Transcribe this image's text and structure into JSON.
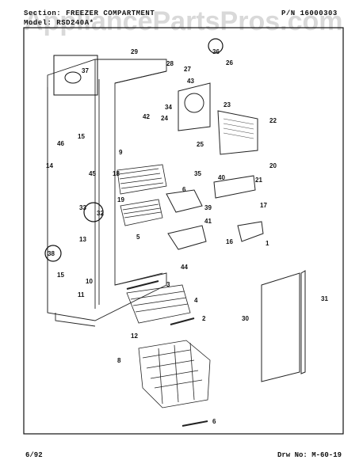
{
  "header": {
    "section": "Section: FREEZER COMPARTMENT",
    "part_number": "P/N 16000303",
    "model": "Model: RSD240A*"
  },
  "watermark": "AppliancePartsPros.com",
  "footer": {
    "date": "6/92",
    "drawing": "Drw No: M-60-19"
  },
  "callouts": [
    "1",
    "2",
    "3",
    "4",
    "5",
    "6",
    "6",
    "8",
    "9",
    "10",
    "11",
    "12",
    "13",
    "14",
    "15",
    "15",
    "16",
    "17",
    "18",
    "19",
    "20",
    "21",
    "22",
    "23",
    "24",
    "25",
    "26",
    "27",
    "28",
    "29",
    "30",
    "31",
    "32",
    "33",
    "34",
    "35",
    "36",
    "37",
    "38",
    "39",
    "40",
    "41",
    "42",
    "43",
    "44",
    "45",
    "46"
  ]
}
